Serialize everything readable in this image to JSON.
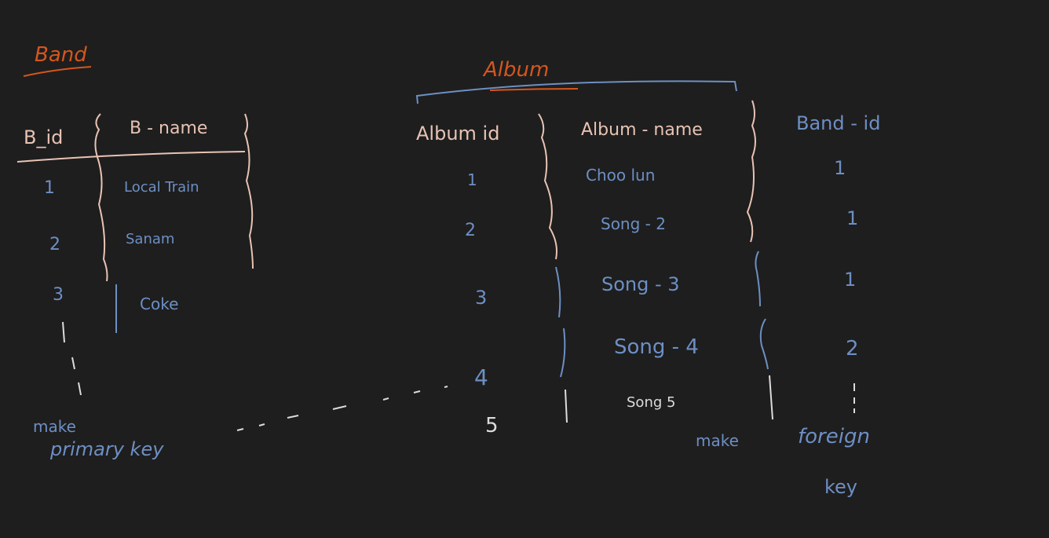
{
  "band": {
    "title": "Band",
    "headers": [
      "B_id",
      "B - name"
    ],
    "rows": [
      {
        "id": "1",
        "name": "Local Train"
      },
      {
        "id": "2",
        "name": "Sanam"
      },
      {
        "id": "3",
        "name": "Coke"
      }
    ],
    "note_line1": "make",
    "note_line2": "primary key"
  },
  "album": {
    "title": "Album",
    "headers": [
      "Album id",
      "Album - name",
      "Band - id"
    ],
    "rows": [
      {
        "id": "1",
        "name": "Choo lun",
        "band_id": "1"
      },
      {
        "id": "2",
        "name": "Song - 2",
        "band_id": "1"
      },
      {
        "id": "3",
        "name": "Song - 3",
        "band_id": "1"
      },
      {
        "id": "4",
        "name": "Song - 4",
        "band_id": "2"
      },
      {
        "id": "5",
        "name": "Song 5",
        "band_id": ""
      }
    ],
    "note_line1": "make",
    "note_line2": "foreign",
    "note_line3": "key"
  },
  "colors": {
    "background": "#1e1e1e",
    "orange": "#d4561c",
    "peach": "#e8c3b4",
    "blue": "#6d8fc4",
    "white": "#dcdcdc"
  }
}
